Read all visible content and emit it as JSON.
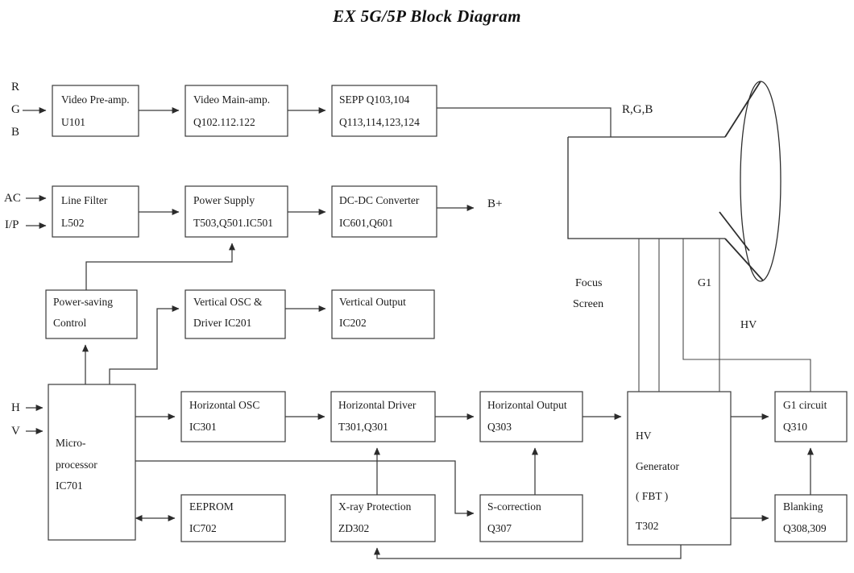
{
  "title": "EX 5G/5P Block Diagram",
  "colors": {
    "background": "#ffffff",
    "line": "#3a3a3a",
    "text": "#1a1a1a",
    "arrow": "#2b2b2b"
  },
  "signal_labels": {
    "r": "R",
    "g": "G",
    "b": "B",
    "ac": "AC",
    "ip": "I/P",
    "h": "H",
    "v": "V",
    "bplus": "B+",
    "rgb_out": "R,G,B"
  },
  "crt_labels": {
    "focus": "Focus",
    "screen": "Screen",
    "g1": "G1",
    "hv": "HV"
  },
  "blocks": [
    {
      "id": "video-preamp",
      "line1": "Video Pre-amp.",
      "line2": "U101"
    },
    {
      "id": "video-mainamp",
      "line1": "Video Main-amp.",
      "line2": "Q102.112.122"
    },
    {
      "id": "sepp",
      "line1": "SEPP Q103,104",
      "line2": "Q113,114,123,124"
    },
    {
      "id": "line-filter",
      "line1": "Line Filter",
      "line2": "L502"
    },
    {
      "id": "power-supply",
      "line1": "Power Supply",
      "line2": "T503,Q501.IC501"
    },
    {
      "id": "dc-dc-converter",
      "line1": "DC-DC Converter",
      "line2": "IC601,Q601"
    },
    {
      "id": "power-saving",
      "line1": "Power-saving",
      "line2": "Control"
    },
    {
      "id": "vertical-osc",
      "line1": "Vertical OSC &",
      "line2": "Driver IC201"
    },
    {
      "id": "vertical-output",
      "line1": "Vertical Output",
      "line2": "IC202"
    },
    {
      "id": "microprocessor",
      "line1": "Micro-",
      "line2": "processor",
      "line3": "IC701"
    },
    {
      "id": "horizontal-osc",
      "line1": "Horizontal OSC",
      "line2": "IC301"
    },
    {
      "id": "horizontal-driver",
      "line1": "Horizontal Driver",
      "line2": "T301,Q301"
    },
    {
      "id": "horizontal-output",
      "line1": "Horizontal Output",
      "line2": "Q303"
    },
    {
      "id": "hv-generator",
      "line1": "HV",
      "line2": "Generator",
      "line3": "( FBT )",
      "line4": "T302"
    },
    {
      "id": "g1-circuit",
      "line1": "G1 circuit",
      "line2": "Q310"
    },
    {
      "id": "eeprom",
      "line1": "EEPROM",
      "line2": "IC702"
    },
    {
      "id": "xray-protection",
      "line1": "X-ray Protection",
      "line2": "ZD302"
    },
    {
      "id": "s-correction",
      "line1": "S-correction",
      "line2": "Q307"
    },
    {
      "id": "blanking",
      "line1": "Blanking",
      "line2": "Q308,309"
    }
  ]
}
